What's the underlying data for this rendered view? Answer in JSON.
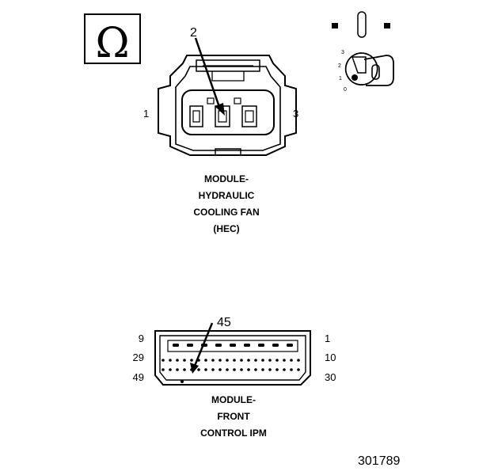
{
  "symbols": {
    "ohm": "Ω",
    "ignition_positions": [
      "3",
      "2",
      "1",
      "0"
    ]
  },
  "connector_hec": {
    "callout": "2",
    "pin_left": "1",
    "pin_right": "3",
    "caption": [
      "MODULE-",
      "HYDRAULIC",
      "COOLING FAN",
      "(HEC)"
    ]
  },
  "connector_ipm": {
    "callout": "45",
    "row_labels_left": [
      "9",
      "29",
      "49"
    ],
    "row_labels_right": [
      "1",
      "10",
      "30"
    ],
    "caption": [
      "MODULE-",
      "FRONT",
      "CONTROL IPM"
    ]
  },
  "figure_number": "301789"
}
